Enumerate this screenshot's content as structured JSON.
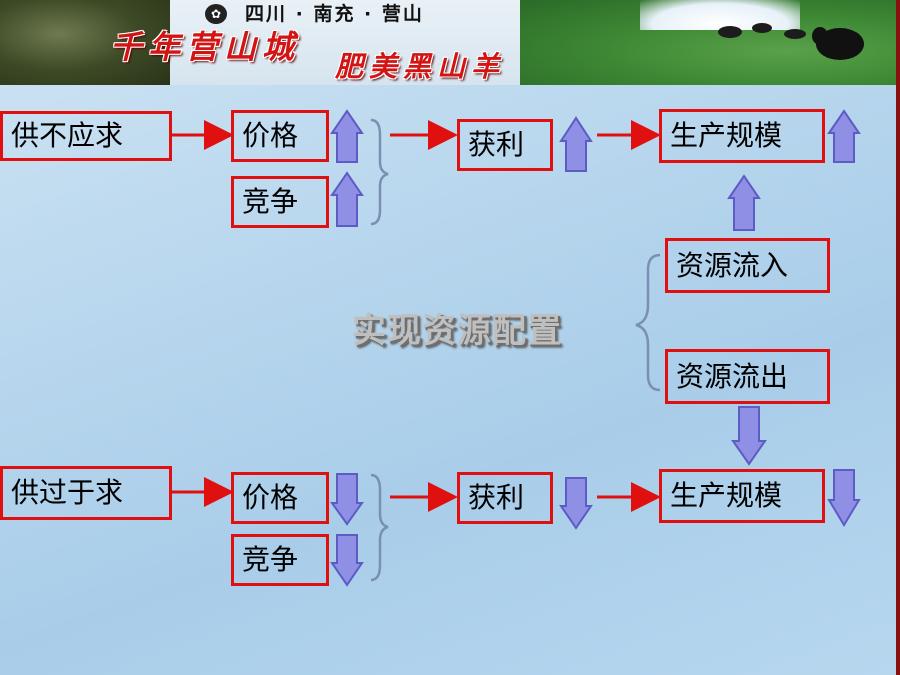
{
  "banner": {
    "subtitle": "四川 · 南充 · 营山",
    "title_line1": "千年营山城",
    "title_line2": "肥美黑山羊"
  },
  "diagram": {
    "top": {
      "cause": "供不应求",
      "price": "价格",
      "competition": "竞争",
      "profit": "获利",
      "production_scale": "生产规模",
      "direction": "up"
    },
    "middle": {
      "resource_in": "资源流入",
      "resource_out": "资源流出",
      "center_label": "实现资源配置"
    },
    "bottom": {
      "cause": "供过于求",
      "price": "价格",
      "competition": "竞争",
      "profit": "获利",
      "production_scale": "生产规模",
      "direction": "down"
    }
  },
  "colors": {
    "box_border": "#e01010",
    "connector_arrow": "#e01010",
    "block_arrow_fill": "#8f8fe6",
    "block_arrow_stroke": "#5c5cc4",
    "bracket": "#7b8fb5"
  }
}
